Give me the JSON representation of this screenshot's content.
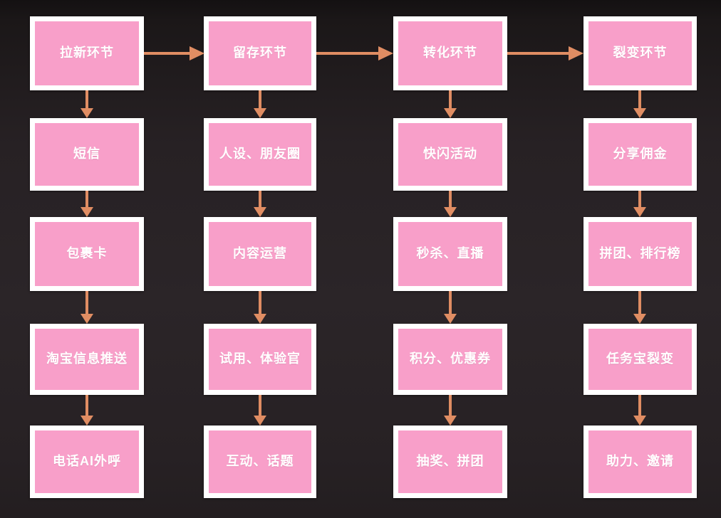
{
  "diagram": {
    "type": "flowchart",
    "colors": {
      "background": "#2b2528",
      "box_fill": "#f89fc9",
      "box_border": "#ffffff",
      "arrow": "#e08d63",
      "text": "#ffffff"
    },
    "columns": [
      {
        "rows": [
          "拉新环节",
          "短信",
          "包裹卡",
          "淘宝信息推送",
          "电话AI外呼"
        ]
      },
      {
        "rows": [
          "留存环节",
          "人设、朋友圈",
          "内容运营",
          "试用、体验官",
          "互动、话题"
        ]
      },
      {
        "rows": [
          "转化环节",
          "快闪活动",
          "秒杀、直播",
          "积分、优惠券",
          "抽奖、拼团"
        ]
      },
      {
        "rows": [
          "裂变环节",
          "分享佣金",
          "拼团、排行榜",
          "任务宝裂变",
          "助力、邀请"
        ]
      }
    ]
  }
}
